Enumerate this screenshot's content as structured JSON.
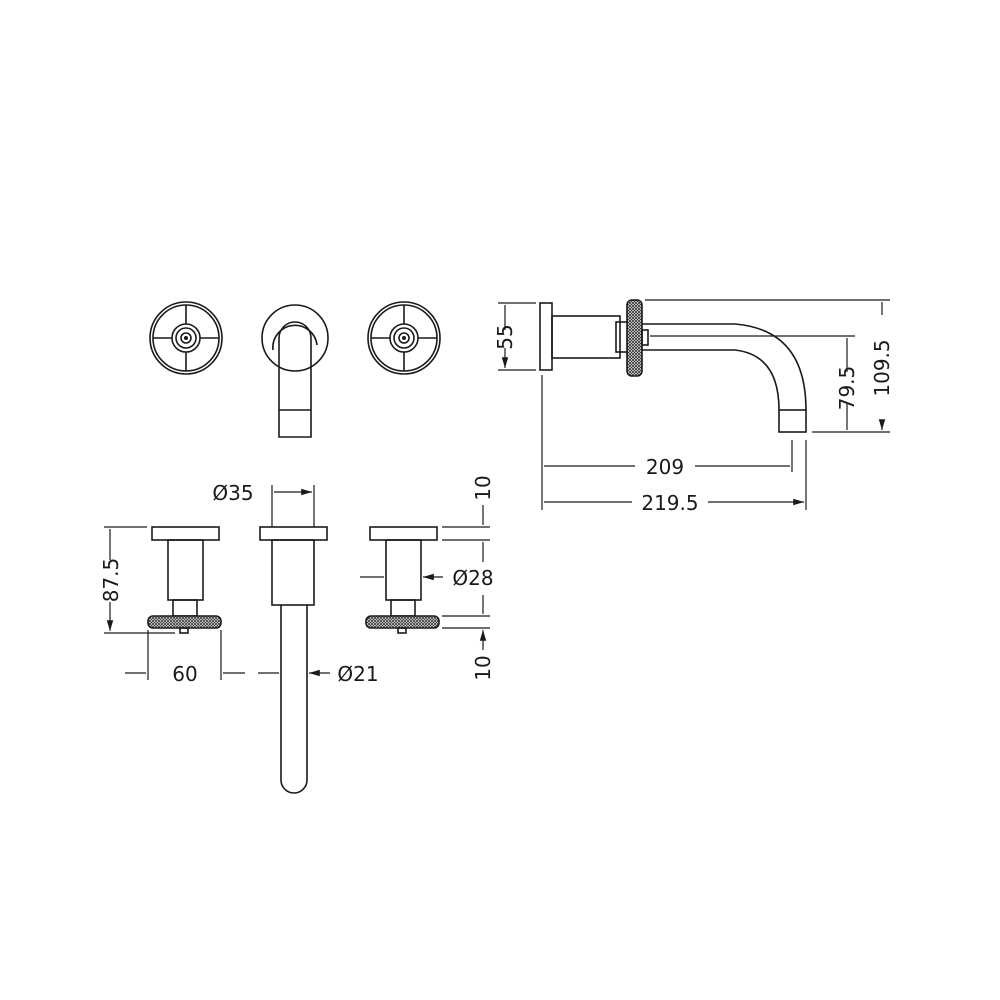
{
  "drawing": {
    "title": "Wall-mounted three-hole basin mixer technical drawing",
    "dimensions": {
      "plate_height": "55",
      "spout_drop": "79.5",
      "overall_height": "109.5",
      "spout_projection": "209",
      "overall_projection": "219.5",
      "plate_diameter": "Ø35",
      "handle_height": "87.5",
      "handle_width": "60",
      "spout_diameter": "Ø21",
      "plate_thickness": "10",
      "body_diameter": "Ø28",
      "wheel_thickness": "10"
    },
    "colors": {
      "line": "#1a1a1a",
      "background": "#ffffff"
    }
  }
}
